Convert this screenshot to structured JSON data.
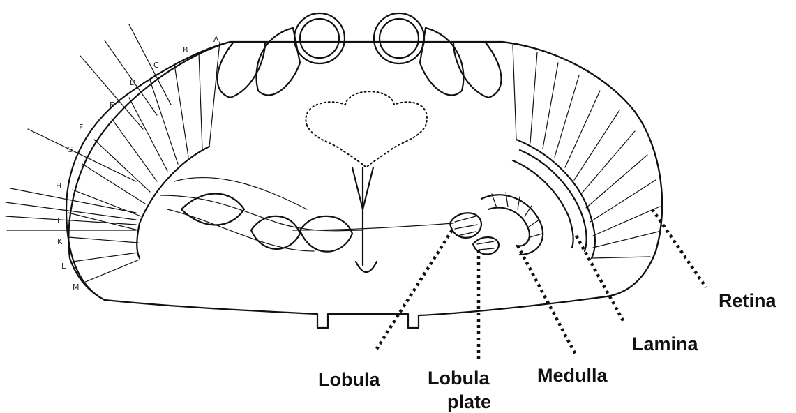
{
  "labels": {
    "retina": "Retina",
    "lamina": "Lamina",
    "medulla": "Medulla",
    "lobula": "Lobula",
    "lobula_plate_line1": "Lobula",
    "lobula_plate_line2": "plate"
  },
  "ommatidia_letters": [
    "A",
    "B",
    "C",
    "D",
    "E",
    "F",
    "G",
    "H",
    "I",
    "K",
    "L",
    "M"
  ],
  "ink_color": "#111111",
  "background_color": "#ffffff"
}
